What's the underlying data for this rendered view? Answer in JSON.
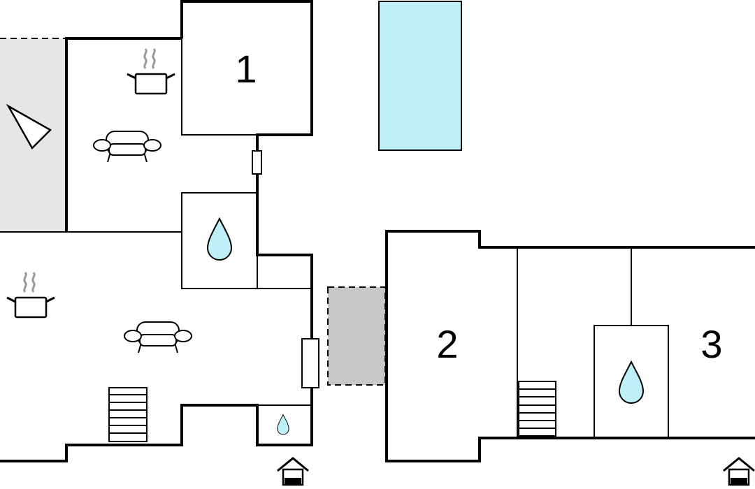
{
  "floorplan": {
    "rooms": [
      {
        "label": "1"
      },
      {
        "label": "2"
      },
      {
        "label": "3"
      }
    ],
    "colors": {
      "wall": "#000000",
      "pool": "#bfeff7",
      "water_drop": "#bfeff7",
      "terrace": "#e6e6e6",
      "covered_area": "#c8c8c8",
      "background": "#ffffff"
    },
    "icons": [
      "kitchen-pot-icon",
      "sofa-icon",
      "water-drop-icon",
      "stairs-icon",
      "entrance-house-icon",
      "triangle-icon"
    ]
  }
}
